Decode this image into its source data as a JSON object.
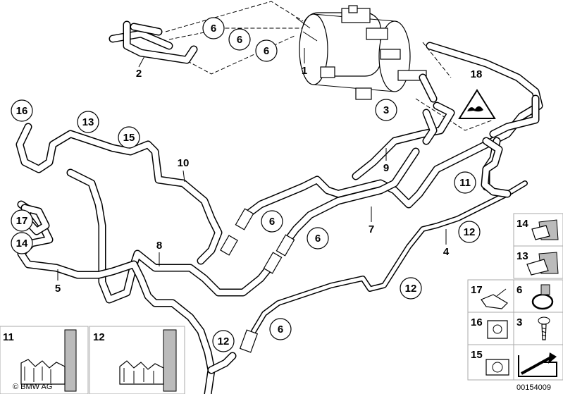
{
  "callouts": {
    "n1": "1",
    "n2": "2",
    "n3": "3",
    "n4": "4",
    "n5": "5",
    "n6": "6",
    "n7": "7",
    "n8": "8",
    "n9": "9",
    "n10": "10",
    "n11": "11",
    "n12": "12",
    "n13": "13",
    "n14": "14",
    "n15": "15",
    "n16": "16",
    "n17": "17",
    "n18": "18"
  },
  "insets": {
    "left": [
      "11",
      "12"
    ],
    "right": [
      "14",
      "13",
      "17",
      "6",
      "16",
      "3",
      "15"
    ]
  },
  "footer": {
    "copyright": "© BMW AG",
    "diagram_number": "00154009"
  },
  "icons": [
    "warning-triangle-icon",
    "arrow-icon"
  ]
}
